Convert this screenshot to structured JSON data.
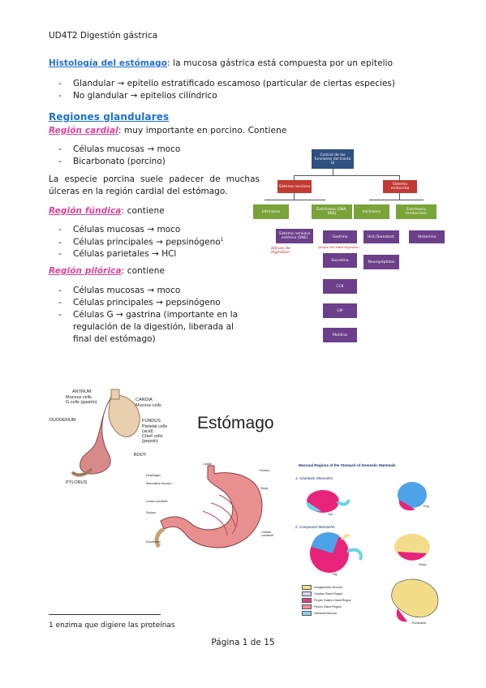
{
  "header": "UD4T2 Digestión gástrica",
  "intro": {
    "title": "Histología del estómago",
    "text": ": la mucosa gástrica está compuesta por un epitelio",
    "bullets": [
      "Glandular → epitelio estratificado escamoso (particular de ciertas especies)",
      "No glandular → epitelios cilíndrico"
    ]
  },
  "regiones_title": "Regiones glandulares",
  "cardial": {
    "title": "Región cardial",
    "text": ": muy importante en porcino. Contiene",
    "bullets": [
      "Células mucosas → moco",
      "Bicarbonato (porcino)"
    ],
    "para": "La especie porcina suele padecer de muchas úlceras en la región cardial del estómago."
  },
  "fundica": {
    "title": "Región fúndica",
    "text": ": contiene",
    "bullets": [
      "Células mucosas → moco",
      "Células principales → pepsinógeno",
      "Células parietales → HCl"
    ],
    "footnote_mark": "1"
  },
  "pilorica": {
    "title": "Región pilórica",
    "text": ": contiene",
    "bullets": [
      "Células mucosas → moco",
      "Células principales → pepsinógeno",
      "Células G → gastrina (importante en la",
      "regulación de la digestión, liberada al",
      "final del estómago)"
    ]
  },
  "diagram": {
    "root": "Control de las funciones del tracto GI",
    "left": "Sistema nervioso",
    "right": "Sistema endocrino",
    "l1": "Intrínseco",
    "l2": "Extrínseco (SNA, SNS)",
    "r1": "Intrínseco",
    "r2": "Extrínseco (endocrino)",
    "enteric": "Sistema nervioso entérico (SNE)",
    "p1": "Gastrina",
    "p2": "Secretina",
    "p3": "CCK",
    "p4": "GIP",
    "p5": "Motilina",
    "q1": "Hist./Somatost.",
    "q2": "Neuropéptidos",
    "s1": "Histamina",
    "hand1": "plexos de digestivo",
    "hand2": "propio del tubo digestivo"
  },
  "estomago": {
    "title": "Estómago",
    "anat_labels": {
      "antrum": "ANTRUM",
      "antrum_sub": "Mucous cells\nG cells (gastrin)",
      "duodenum": "DUODENUM",
      "pylorus": "PYLORUS",
      "cardia": "CARDIA",
      "cardia_sub": "Mucous cells",
      "fundus": "FUNDUS",
      "fundus_sub": "Parietal cells\n(acid)\nChief cells\n(pepsin)",
      "body": "BODY"
    },
    "species_title": "Mucosal Regions of the Stomach of Domestic Mammals",
    "glandular": "1. Glandular Stomachs:",
    "compound": "2. Compound Stomachs:",
    "cat": "Cat",
    "dog": "Dog",
    "pig": "Pig",
    "horse": "Horse",
    "ruminant": "Ruminants",
    "legend": [
      {
        "label": "Nonglandular Mucosa",
        "color": "#f3dd8a"
      },
      {
        "label": "Cardiac Gland Region",
        "color": "#cfd9f5"
      },
      {
        "label": "Proper Gastric Gland Region",
        "color": "#e63c7f"
      },
      {
        "label": "Pyloric Gland Region",
        "color": "#f58aaa"
      },
      {
        "label": "Intestinal Mucosa",
        "color": "#8fd0e8"
      }
    ],
    "colors": {
      "nonglandular": "#f3dd8a",
      "cardiac": "#4da3e8",
      "fundic": "#e8237a",
      "pyloric": "#f7a5c0",
      "cyan": "#6ad4e8"
    }
  },
  "footnote": "1 enzima que digiere las proteínas",
  "page": "Página 1 de 15"
}
